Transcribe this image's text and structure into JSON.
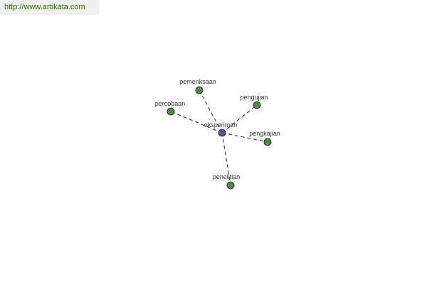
{
  "header": {
    "url_text": "http://www.artikata.com"
  },
  "graph": {
    "center": {
      "label": "eksperimen"
    },
    "nodes": [
      {
        "label": "pemeriksaan"
      },
      {
        "label": "pengujian"
      },
      {
        "label": "percobaan"
      },
      {
        "label": "pengkajian"
      },
      {
        "label": "penelitian"
      }
    ]
  },
  "colors": {
    "link_text": "#336600",
    "center_node": "#4a5a9c",
    "leaf_node": "#4f8a47",
    "node_stroke": "#1a1a1a",
    "edge": "#1a1a1a"
  }
}
